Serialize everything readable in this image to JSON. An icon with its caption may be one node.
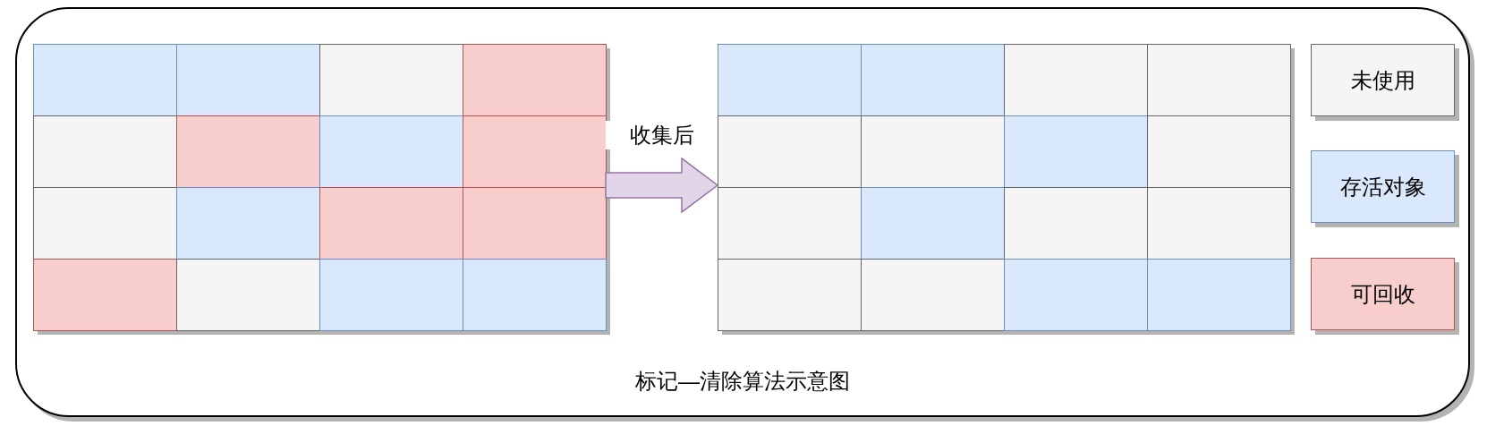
{
  "diagram": {
    "nodes": [
      {
        "text": [
          "标记—清除算法示意图"
        ]
      },
      {
        "text": [],
        "shape": "box",
        "in": 0
      },
      {
        "text": [],
        "shape": "box",
        "in": 1
      },
      {
        "text": [],
        "shape": "box",
        "in": 1
      },
      {
        "text": [],
        "shape": "box",
        "in": 1
      },
      {
        "text": [],
        "shape": "box",
        "in": 1
      },
      {
        "text": [],
        "shape": "box",
        "in": 1
      },
      {
        "text": [],
        "shape": "box",
        "in": 1
      },
      {
        "text": [],
        "shape": "box",
        "in": 1
      },
      {
        "text": [],
        "shape": "box",
        "in": 1
      },
      {
        "text": [],
        "shape": "box",
        "in": 1
      },
      {
        "text": [],
        "shape": "box",
        "in": 1
      },
      {
        "text": [],
        "shape": "box",
        "in": 1
      },
      {
        "text": [],
        "shape": "box",
        "in": 1
      },
      {
        "text": [],
        "shape": "box",
        "in": 1
      },
      {
        "text": [],
        "shape": "box",
        "in": 1
      },
      {
        "text": [],
        "shape": "box",
        "in": 1
      },
      {
        "text": [],
        "shape": "box",
        "in": 1
      },
      {
        "text": [],
        "shape": "box",
        "in": 0
      },
      {
        "text": [],
        "shape": "box",
        "in": 18
      },
      {
        "text": [],
        "shape": "box",
        "in": 18
      },
      {
        "text": [],
        "shape": "box",
        "in": 18
      },
      {
        "text": [],
        "shape": "box",
        "in": 18
      },
      {
        "text": [],
        "shape": "box",
        "in": 18
      },
      {
        "text": [],
        "shape": "box",
        "in": 18
      },
      {
        "text": [],
        "shape": "box",
        "in": 18
      },
      {
        "text": [],
        "shape": "box",
        "in": 18
      },
      {
        "text": [],
        "shape": "box",
        "in": 18
      },
      {
        "text": [],
        "shape": "box",
        "in": 18
      },
      {
        "text": [],
        "shape": "box",
        "in": 18
      },
      {
        "text": [],
        "shape": "box",
        "in": 18
      },
      {
        "text": [],
        "shape": "box",
        "in": 18
      },
      {
        "text": [],
        "shape": "box",
        "in": 18
      },
      {
        "text": [],
        "shape": "box",
        "in": 18
      },
      {
        "text": [],
        "shape": "box",
        "in": 18
      }
    ],
    "edges": [
      {
        "from": 1,
        "to": 18,
        "arrow": "to",
        "label": "收集后"
      }
    ],
    "legend": [
      {
        "text": "未使用",
        "color": "#f5f5f5"
      },
      {
        "text": "存活对象",
        "color": "#dae8fc"
      },
      {
        "text": "可回收",
        "color": "#f8cecc"
      }
    ]
  }
}
